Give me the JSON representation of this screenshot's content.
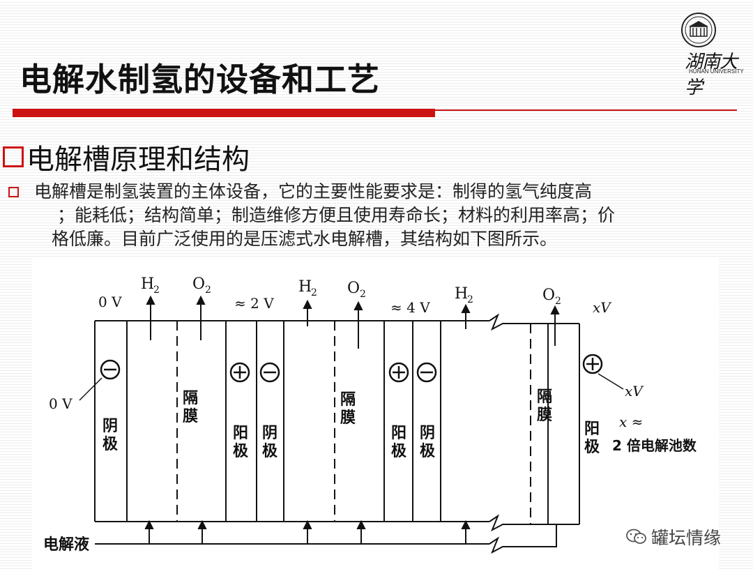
{
  "slide": {
    "title": "电解水制氢的设备和工艺",
    "logo_cn": "湖南大学",
    "logo_en": "HUNAN UNIVERSITY",
    "section_heading": "电解槽原理和结构",
    "paragraph": {
      "line1": "电解槽是制氢装置的主体设备，它的主要性能要求是：制得的氢气纯度高",
      "line2": "；能耗低；结构简单；制造维修方便且使用寿命长；材料的利用率高；价",
      "line3": "格低廉。目前广泛使用的是压滤式水电解槽，其结构如下图所示。"
    }
  },
  "diagram": {
    "voltage_0v_top": "0 V",
    "voltage_0v_left": "0 V",
    "voltage_2v": "≈ 2 V",
    "voltage_4v": "≈ 4 V",
    "voltage_xv_top": "xV",
    "voltage_xv_right": "xV",
    "h2": "H",
    "h2_sub": "2",
    "o2": "O",
    "o2_sub": "2",
    "cathode": [
      "阴",
      "极"
    ],
    "anode": [
      "阳",
      "极"
    ],
    "membrane": [
      "隔",
      "膜"
    ],
    "x_approx": "x ≈",
    "x_def": "2 倍电解池数",
    "electrolyte": "电解液"
  },
  "watermark": {
    "icon": "wechat-icon",
    "text": "罐坛情缘"
  }
}
